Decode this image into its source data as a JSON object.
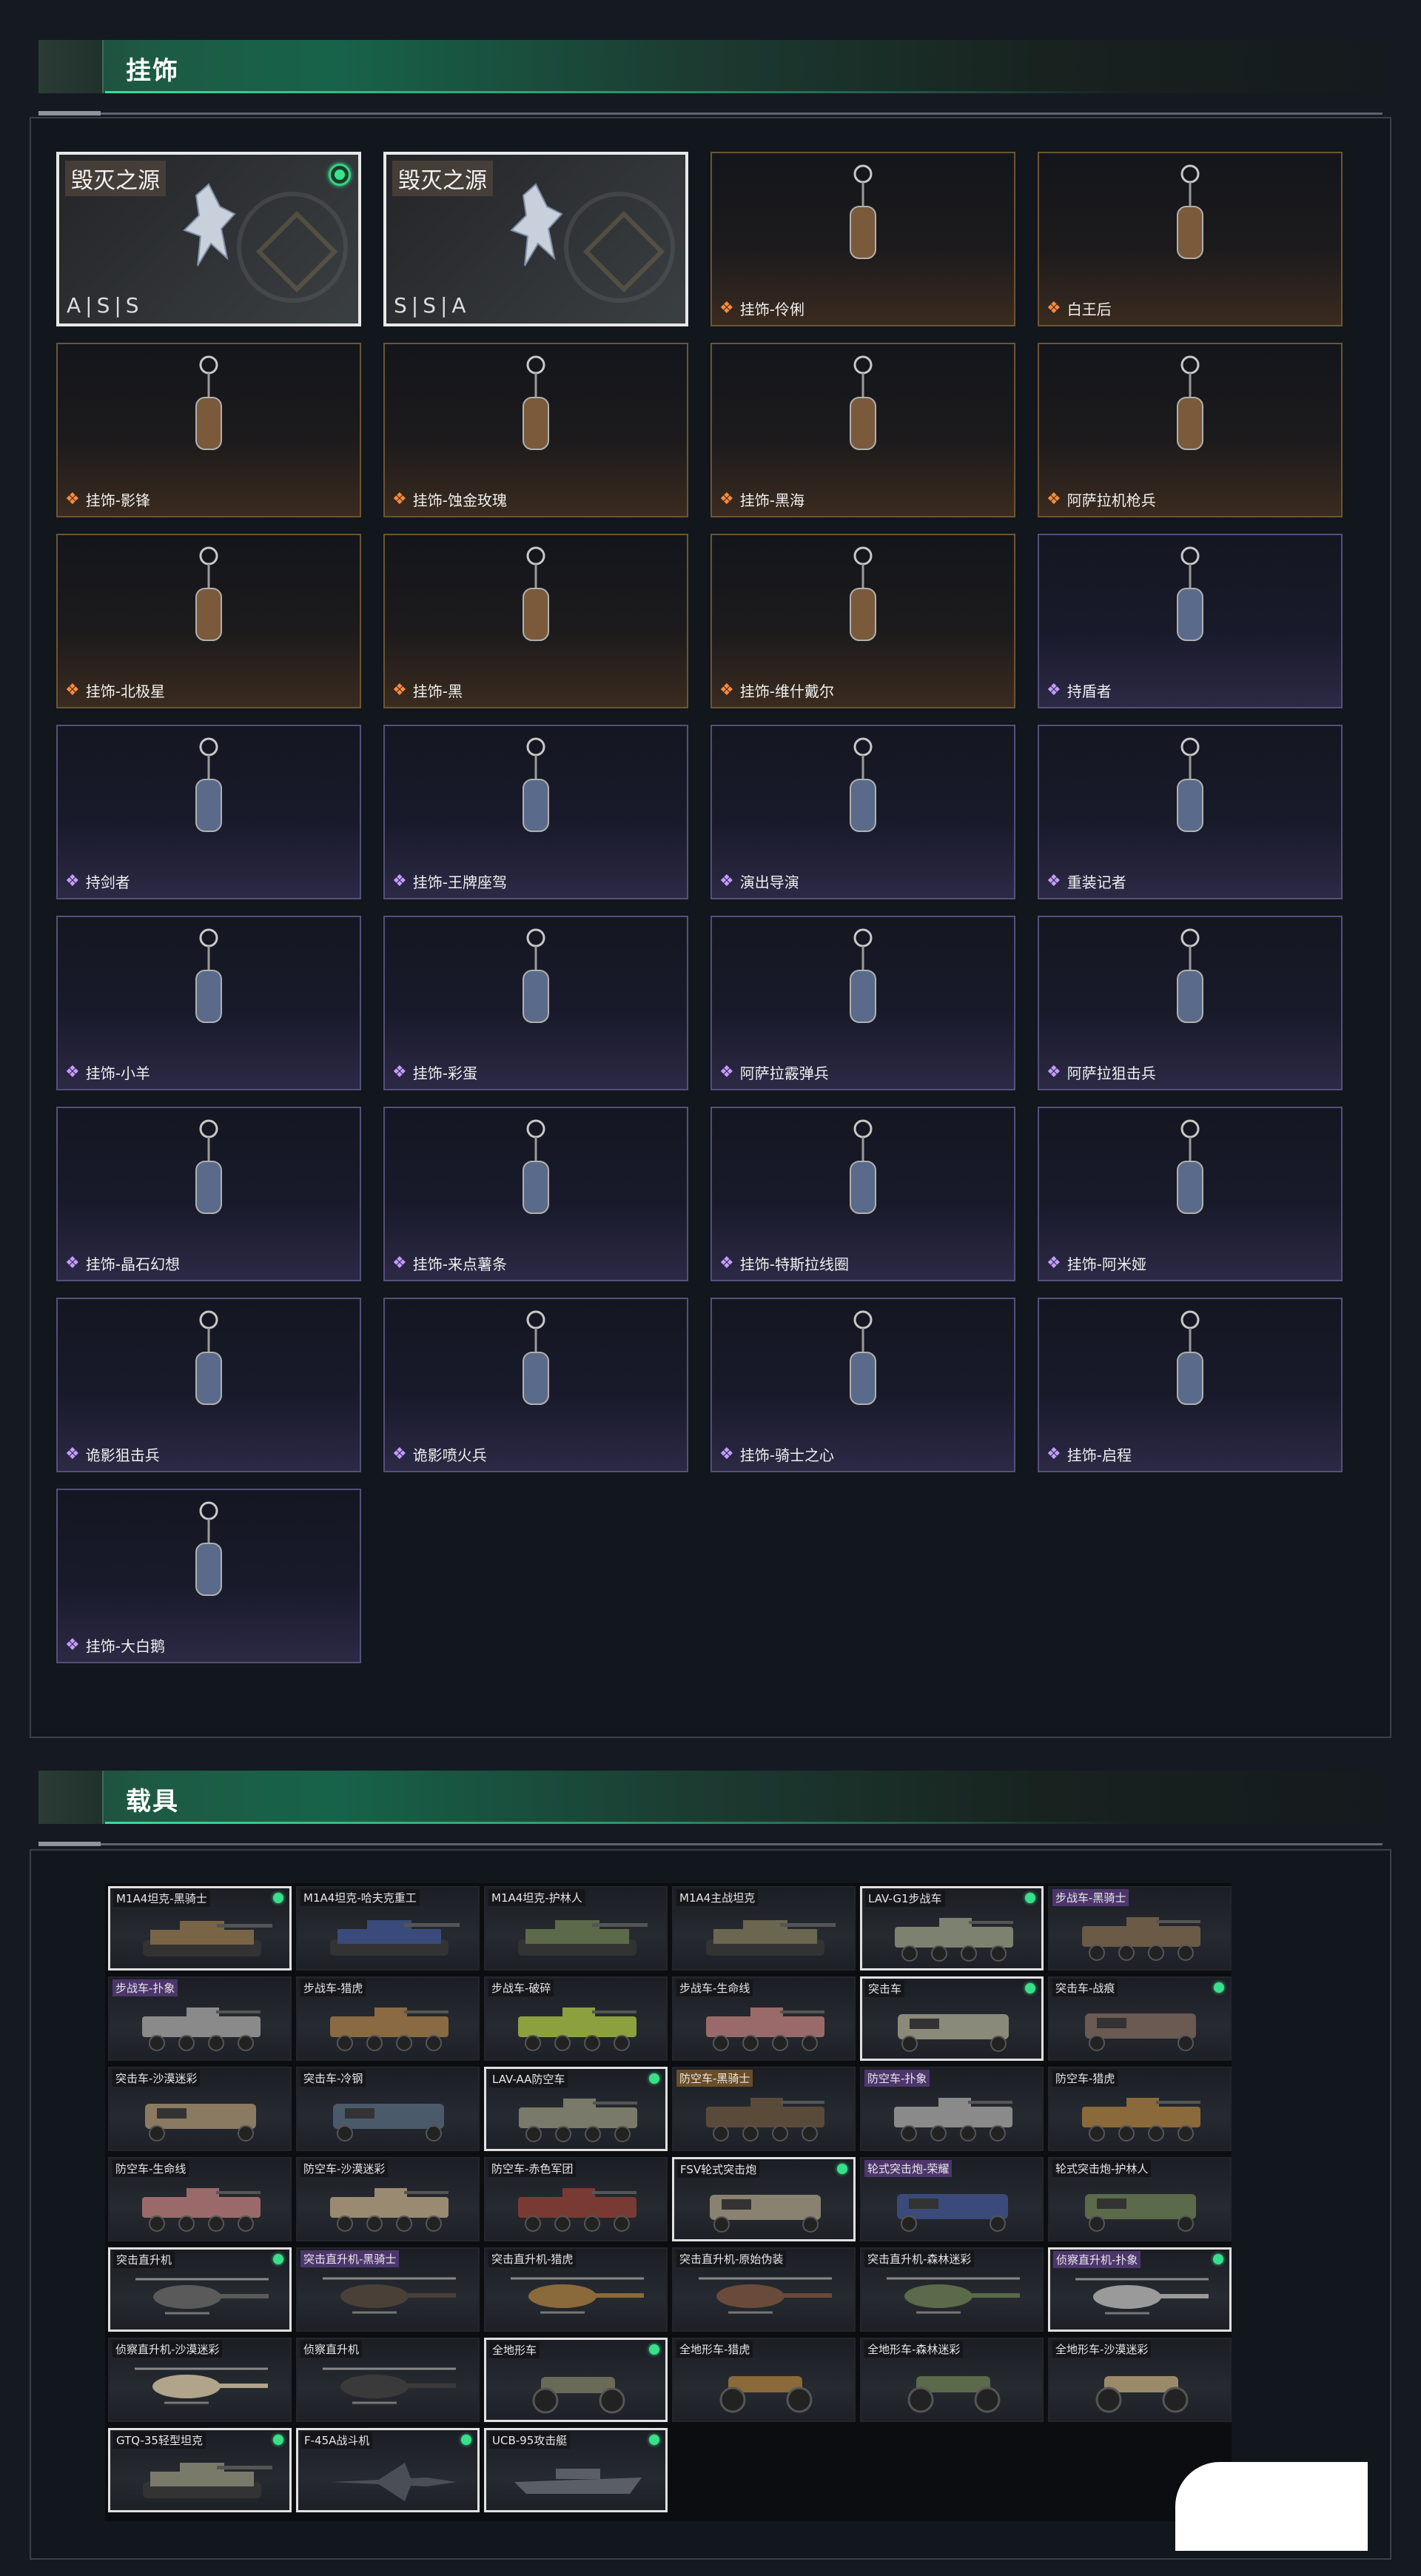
{
  "sections": {
    "charms_title": "挂饰",
    "vehicles_title": "载具"
  },
  "charms": [
    {
      "label": "",
      "title": "毁灭之源",
      "code": "A|S|S",
      "tier": "special",
      "selected": true,
      "equipped": true
    },
    {
      "label": "",
      "title": "毁灭之源",
      "code": "S|S|A",
      "tier": "special",
      "selected": true,
      "equipped": false
    },
    {
      "label": "挂饰-伶俐",
      "tier": "gold"
    },
    {
      "label": "白王后",
      "tier": "gold"
    },
    {
      "label": "挂饰-影锋",
      "tier": "gold"
    },
    {
      "label": "挂饰-蚀金玫瑰",
      "tier": "gold"
    },
    {
      "label": "挂饰-黑海",
      "tier": "gold"
    },
    {
      "label": "阿萨拉机枪兵",
      "tier": "gold"
    },
    {
      "label": "挂饰-北极星",
      "tier": "gold"
    },
    {
      "label": "挂饰-黑",
      "tier": "gold"
    },
    {
      "label": "挂饰-维什戴尔",
      "tier": "gold"
    },
    {
      "label": "持盾者",
      "tier": "purple"
    },
    {
      "label": "持剑者",
      "tier": "purple"
    },
    {
      "label": "挂饰-王牌座驾",
      "tier": "purple"
    },
    {
      "label": "演出导演",
      "tier": "purple"
    },
    {
      "label": "重装记者",
      "tier": "purple"
    },
    {
      "label": "挂饰-小羊",
      "tier": "purple"
    },
    {
      "label": "挂饰-彩蛋",
      "tier": "purple"
    },
    {
      "label": "阿萨拉霰弹兵",
      "tier": "purple"
    },
    {
      "label": "阿萨拉狙击兵",
      "tier": "purple"
    },
    {
      "label": "挂饰-晶石幻想",
      "tier": "purple"
    },
    {
      "label": "挂饰-来点薯条",
      "tier": "purple"
    },
    {
      "label": "挂饰-特斯拉线圈",
      "tier": "purple"
    },
    {
      "label": "挂饰-阿米娅",
      "tier": "purple"
    },
    {
      "label": "诡影狙击兵",
      "tier": "purple"
    },
    {
      "label": "诡影喷火兵",
      "tier": "purple"
    },
    {
      "label": "挂饰-骑士之心",
      "tier": "purple"
    },
    {
      "label": "挂饰-启程",
      "tier": "purple"
    },
    {
      "label": "挂饰-大白鹅",
      "tier": "purple"
    }
  ],
  "vehicles": [
    {
      "label": "M1A4坦克-黑骑士",
      "sel": true,
      "dot": true,
      "tag": "plain",
      "kind": "tank",
      "color": "#7a6446"
    },
    {
      "label": "M1A4坦克-哈夫克重工",
      "sel": false,
      "dot": false,
      "tag": "plain",
      "kind": "tank",
      "color": "#3a4a7a"
    },
    {
      "label": "M1A4坦克-护林人",
      "sel": false,
      "dot": false,
      "tag": "plain",
      "kind": "tank",
      "color": "#5d6a4a"
    },
    {
      "label": "M1A4主战坦克",
      "sel": false,
      "dot": false,
      "tag": "plain",
      "kind": "tank",
      "color": "#6a6650"
    },
    {
      "label": "LAV-G1步战车",
      "sel": true,
      "dot": true,
      "tag": "plain",
      "kind": "apc",
      "color": "#7d8270"
    },
    {
      "label": "步战车-黑骑士",
      "sel": false,
      "dot": false,
      "tag": "purple",
      "kind": "apc",
      "color": "#6a5a46"
    },
    {
      "label": "步战车-扑象",
      "sel": false,
      "dot": false,
      "tag": "purple",
      "kind": "apc",
      "color": "#8a8a8a"
    },
    {
      "label": "步战车-猎虎",
      "sel": false,
      "dot": false,
      "tag": "plain",
      "kind": "apc",
      "color": "#8a6a42"
    },
    {
      "label": "步战车-破碎",
      "sel": false,
      "dot": false,
      "tag": "plain",
      "kind": "apc",
      "color": "#8ca040"
    },
    {
      "label": "步战车-生命线",
      "sel": false,
      "dot": false,
      "tag": "plain",
      "kind": "apc",
      "color": "#9a6a6a"
    },
    {
      "label": "突击车",
      "sel": true,
      "dot": true,
      "tag": "plain",
      "kind": "truck",
      "color": "#8a8a7a"
    },
    {
      "label": "突击车-战痕",
      "sel": false,
      "dot": true,
      "tag": "plain",
      "kind": "truck",
      "color": "#6a5a52"
    },
    {
      "label": "突击车-沙漠迷彩",
      "sel": false,
      "dot": false,
      "tag": "plain",
      "kind": "truck",
      "color": "#8a7a62"
    },
    {
      "label": "突击车-冷钢",
      "sel": false,
      "dot": false,
      "tag": "plain",
      "kind": "truck",
      "color": "#4a5a6a"
    },
    {
      "label": "LAV-AA防空车",
      "sel": true,
      "dot": true,
      "tag": "plain",
      "kind": "apc",
      "color": "#7a7a6a"
    },
    {
      "label": "防空车-黑骑士",
      "sel": false,
      "dot": false,
      "tag": "gold",
      "kind": "apc",
      "color": "#5a4a3a"
    },
    {
      "label": "防空车-扑象",
      "sel": false,
      "dot": false,
      "tag": "purple",
      "kind": "apc",
      "color": "#8a8a8a"
    },
    {
      "label": "防空车-猎虎",
      "sel": false,
      "dot": false,
      "tag": "plain",
      "kind": "apc",
      "color": "#8a6a3a"
    },
    {
      "label": "防空车-生命线",
      "sel": false,
      "dot": false,
      "tag": "plain",
      "kind": "apc",
      "color": "#9a6a6a"
    },
    {
      "label": "防空车-沙漠迷彩",
      "sel": false,
      "dot": false,
      "tag": "plain",
      "kind": "apc",
      "color": "#9a8a72"
    },
    {
      "label": "防空车-赤色军团",
      "sel": false,
      "dot": false,
      "tag": "plain",
      "kind": "apc",
      "color": "#7a3a34"
    },
    {
      "label": "FSV轮式突击炮",
      "sel": true,
      "dot": true,
      "tag": "plain",
      "kind": "truck",
      "color": "#8a8270"
    },
    {
      "label": "轮式突击炮-荣耀",
      "sel": false,
      "dot": false,
      "tag": "purple",
      "kind": "truck",
      "color": "#3a4a7a"
    },
    {
      "label": "轮式突击炮-护林人",
      "sel": false,
      "dot": false,
      "tag": "plain",
      "kind": "truck",
      "color": "#5a6a4a"
    },
    {
      "label": "突击直升机",
      "sel": true,
      "dot": true,
      "tag": "plain",
      "kind": "heli",
      "color": "#5a5a5a"
    },
    {
      "label": "突击直升机-黑骑士",
      "sel": false,
      "dot": false,
      "tag": "purple",
      "kind": "heli",
      "color": "#4a4038"
    },
    {
      "label": "突击直升机-猎虎",
      "sel": false,
      "dot": false,
      "tag": "plain",
      "kind": "heli",
      "color": "#8a6a3a"
    },
    {
      "label": "突击直升机-原始伪装",
      "sel": false,
      "dot": false,
      "tag": "plain",
      "kind": "heli",
      "color": "#6a4a3a"
    },
    {
      "label": "突击直升机-森林迷彩",
      "sel": false,
      "dot": false,
      "tag": "plain",
      "kind": "heli",
      "color": "#5a6a4a"
    },
    {
      "label": "侦察直升机-扑象",
      "sel": true,
      "dot": true,
      "tag": "purple",
      "kind": "heli",
      "color": "#9a9a9a"
    },
    {
      "label": "侦察直升机-沙漠迷彩",
      "sel": false,
      "dot": false,
      "tag": "plain",
      "kind": "heli",
      "color": "#b0a48a"
    },
    {
      "label": "侦察直升机",
      "sel": false,
      "dot": false,
      "tag": "plain",
      "kind": "heli",
      "color": "#3a3a3a"
    },
    {
      "label": "全地形车",
      "sel": true,
      "dot": true,
      "tag": "plain",
      "kind": "atv",
      "color": "#6a6a58"
    },
    {
      "label": "全地形车-猎虎",
      "sel": false,
      "dot": false,
      "tag": "plain",
      "kind": "atv",
      "color": "#8a6a3a"
    },
    {
      "label": "全地形车-森林迷彩",
      "sel": false,
      "dot": false,
      "tag": "plain",
      "kind": "atv",
      "color": "#5a6a4a"
    },
    {
      "label": "全地形车-沙漠迷彩",
      "sel": false,
      "dot": false,
      "tag": "plain",
      "kind": "atv",
      "color": "#9a8a6a"
    },
    {
      "label": "GTQ-35轻型坦克",
      "sel": true,
      "dot": true,
      "tag": "plain",
      "kind": "tank",
      "color": "#7a7a6a"
    },
    {
      "label": "F-45A战斗机",
      "sel": true,
      "dot": true,
      "tag": "plain",
      "kind": "jet",
      "color": "#4a4e56"
    },
    {
      "label": "UCB-95攻击艇",
      "sel": true,
      "dot": true,
      "tag": "plain",
      "kind": "boat",
      "color": "#5a5e66"
    }
  ],
  "colors": {
    "accent_green": "#36e58a",
    "gold_tier": "#ff8a3c",
    "purple_tier": "#c49cff"
  }
}
